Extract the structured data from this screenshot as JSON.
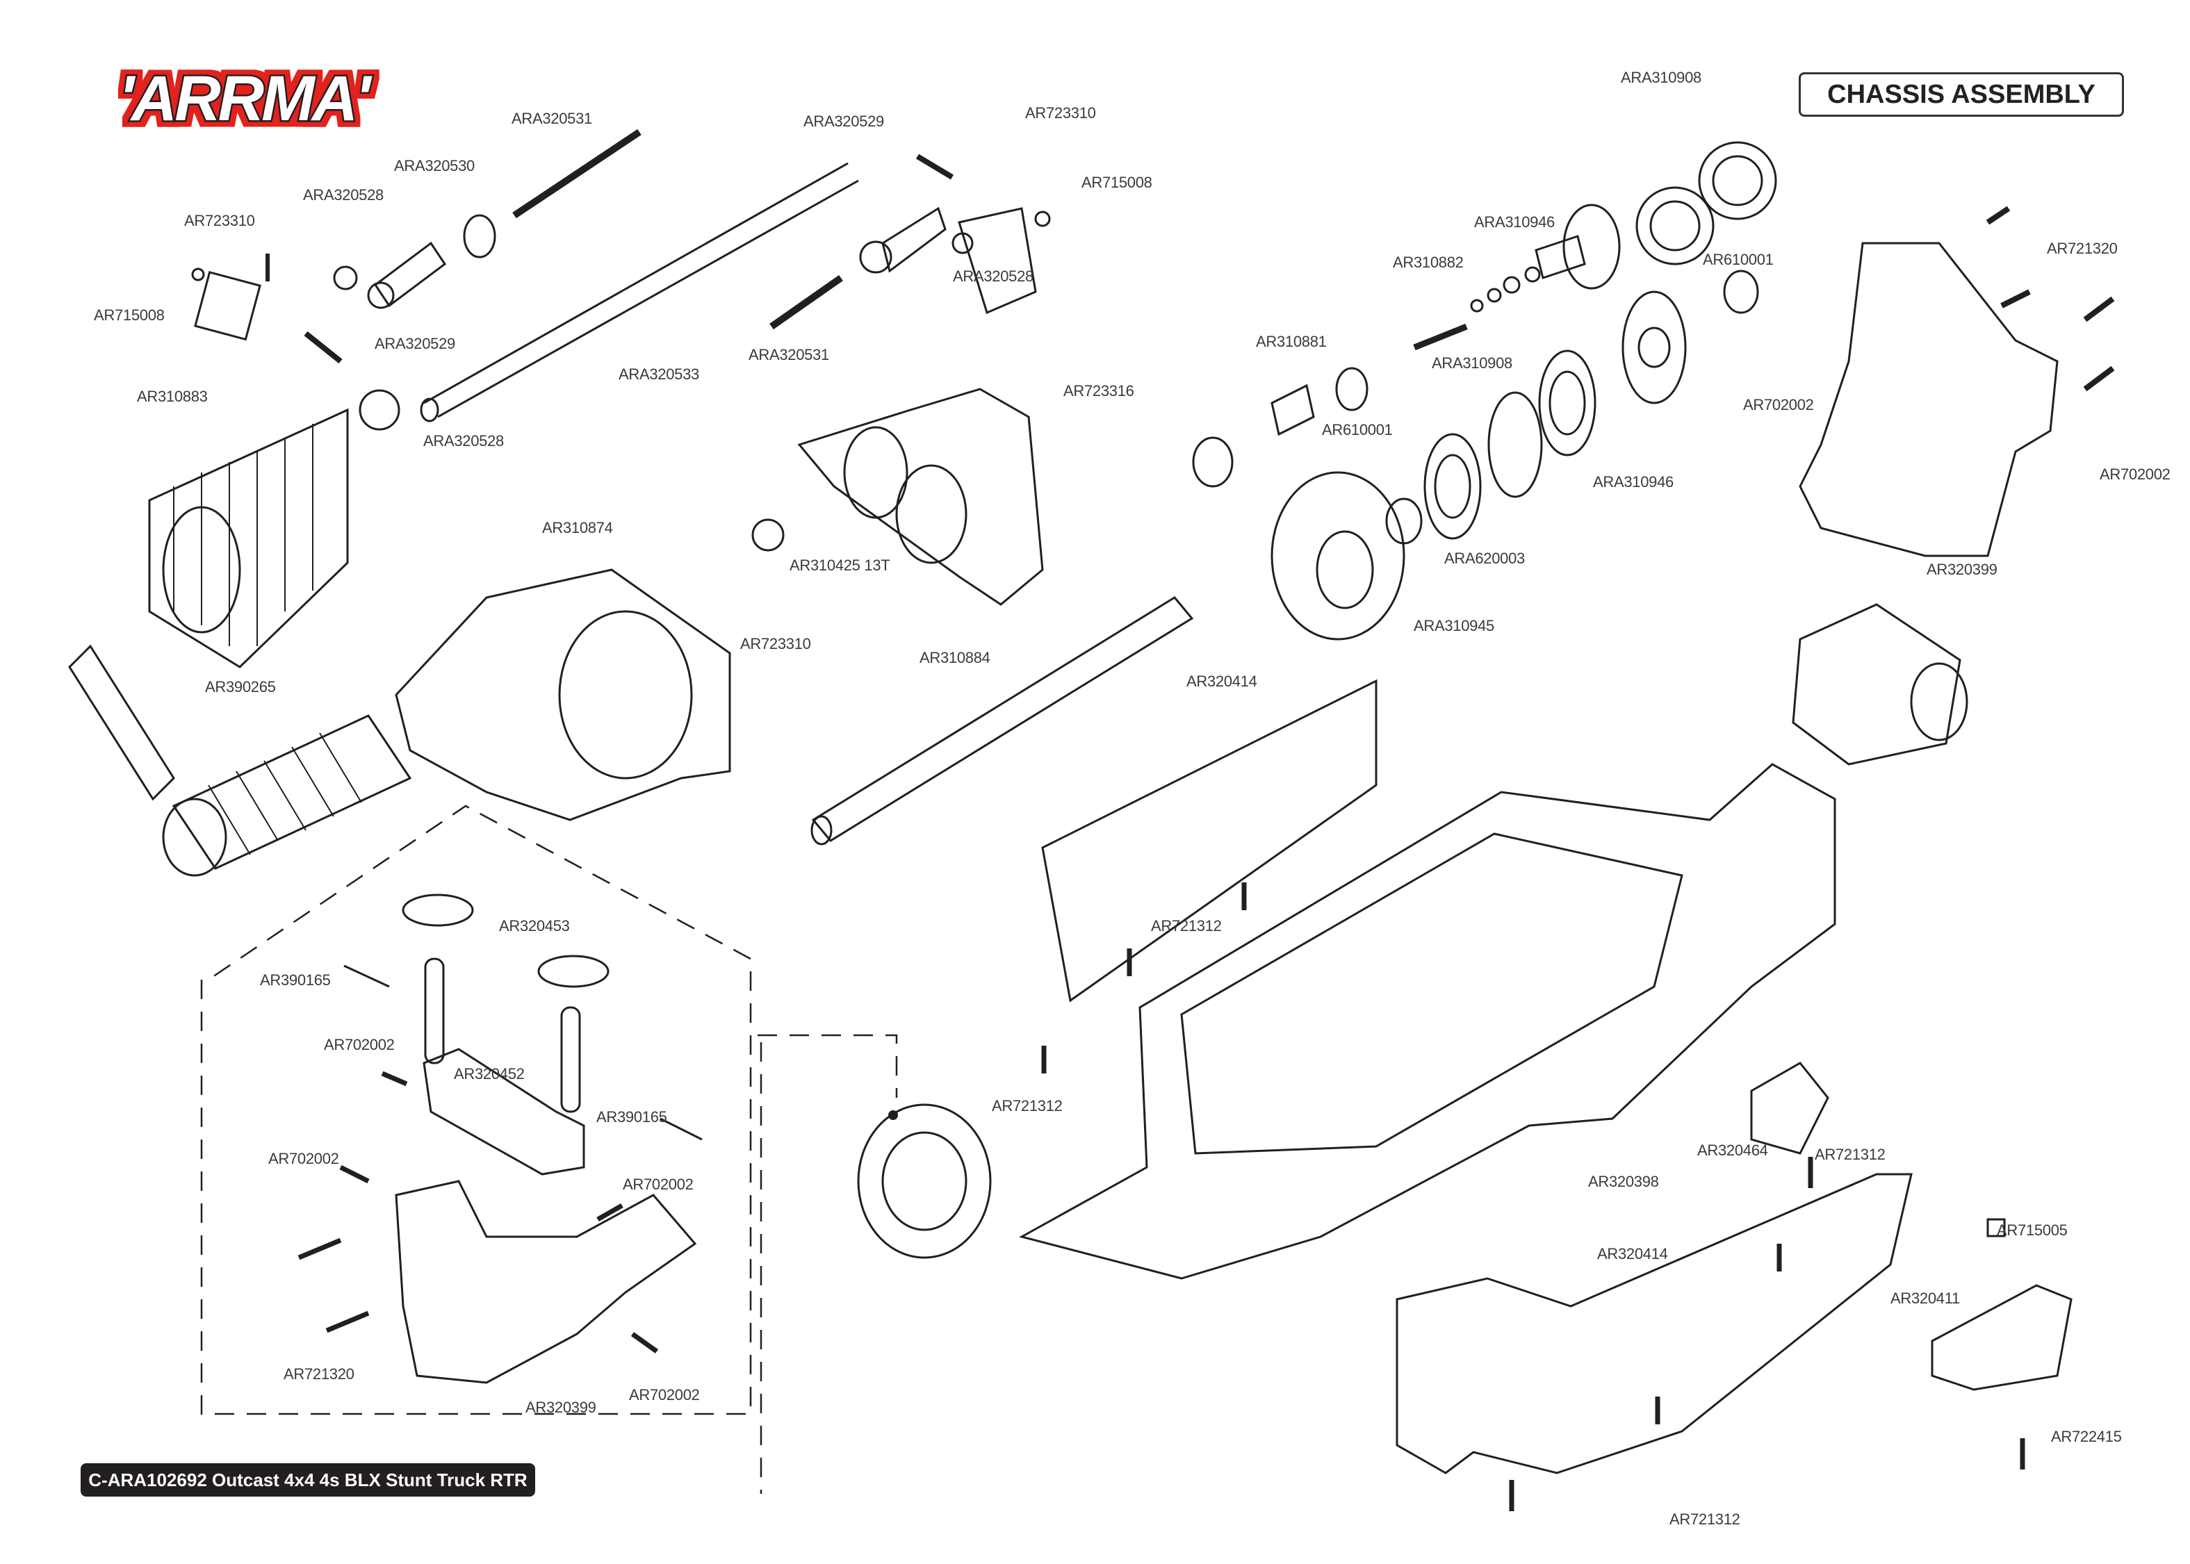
{
  "logo_text": "ARRMA",
  "title": "CHASSIS ASSEMBLY",
  "footer": "C-ARA102692 Outcast 4x4 4s BLX Stunt Truck RTR",
  "colors": {
    "brand_red": "#e2231a",
    "line": "#231f20",
    "footer_bg": "#231f20"
  },
  "labels": [
    "ARA320531",
    "ARA320530",
    "ARA320528",
    "AR723310",
    "AR715008",
    "ARA320529",
    "ARA320533",
    "ARA320529",
    "AR723310",
    "AR715008",
    "ARA320528",
    "ARA320531",
    "AR723316",
    "AR310883",
    "ARA320528",
    "AR310874",
    "AR310425  13T",
    "AR723310",
    "AR310884",
    "AR390265",
    "ARA310908",
    "ARA310946",
    "AR310882",
    "AR610001",
    "AR310881",
    "AR610001",
    "ARA310908",
    "ARA310946",
    "ARA620003",
    "ARA310945",
    "AR721320",
    "AR702002",
    "AR702002",
    "AR320399",
    "AR320414",
    "AR721312",
    "AR721312",
    "AR320398",
    "AR320464",
    "AR721312",
    "AR715005",
    "AR320414",
    "AR320411",
    "AR722415",
    "AR721312",
    "AR320453",
    "AR390165",
    "AR702002",
    "AR320452",
    "AR390165",
    "AR702002",
    "AR702002",
    "AR721320",
    "AR320399",
    "AR702002"
  ]
}
